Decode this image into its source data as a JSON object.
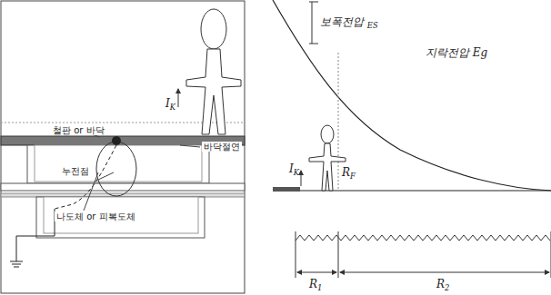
{
  "diagram": {
    "labels": [
      "철판 or 바닥",
      "바닥절연",
      "누전점",
      "나도체 or 피복도체",
      "IK",
      "보폭전압 ES",
      "지락전압 Eg",
      "IK",
      "RF",
      "R1",
      "R2"
    ]
  }
}
